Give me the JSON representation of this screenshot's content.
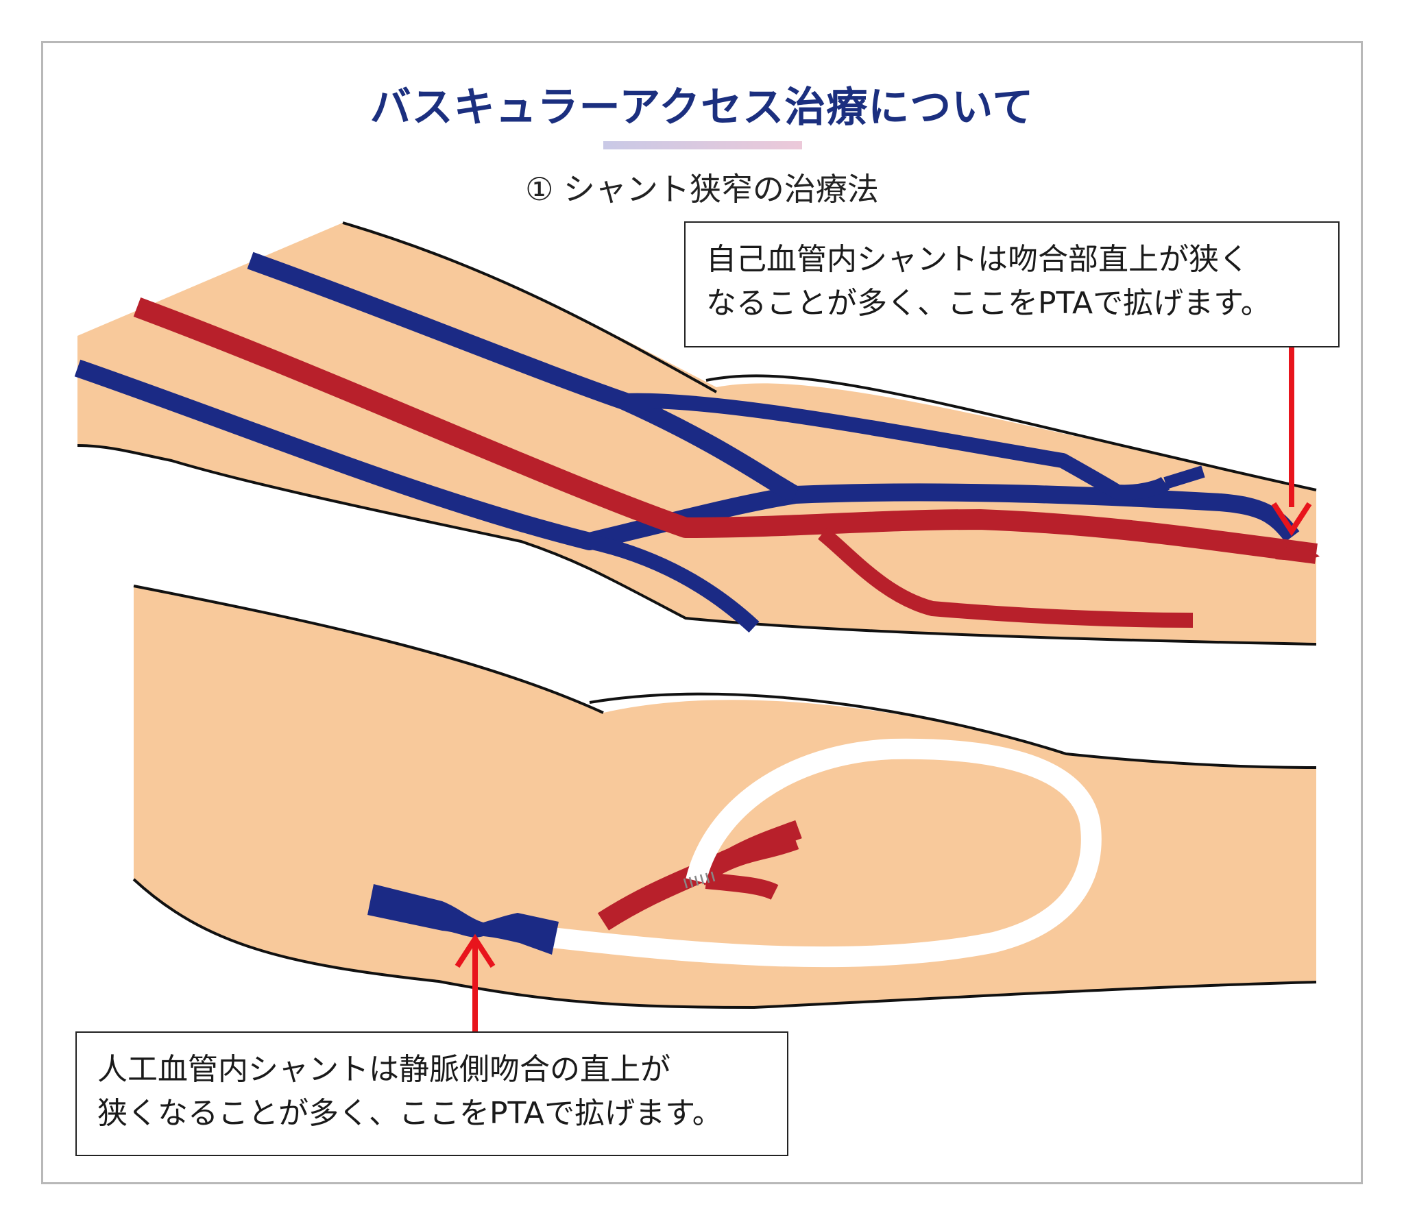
{
  "title": "バスキュラーアクセス治療について",
  "subtitle": "① シャント狭窄の治療法",
  "callouts": {
    "top": {
      "line1": "自己血管内シャントは吻合部直上が狭く",
      "line2": "なることが多く、ここをPTAで拡げます。"
    },
    "bottom": {
      "line1": "人工血管内シャントは静脈側吻合の直上が",
      "line2": "狭くなることが多く、ここをPTAで拡げます。"
    }
  },
  "colors": {
    "skin": "#f8c99b",
    "vein": "#1b2a85",
    "artery": "#b8202b",
    "graft": "#ffffff",
    "arrow": "#e8141c",
    "title": "#1b2f7f"
  }
}
